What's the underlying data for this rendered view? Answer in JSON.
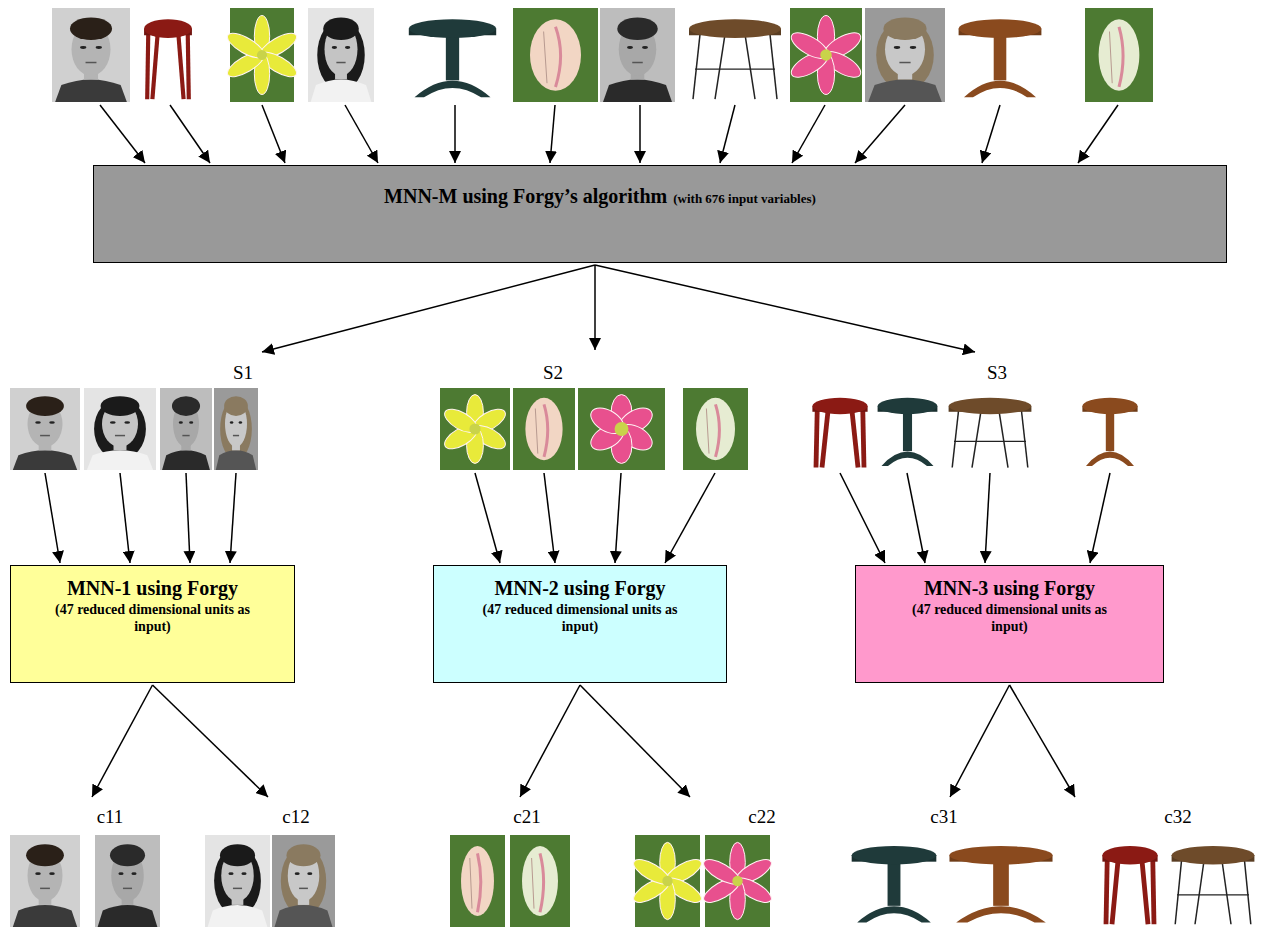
{
  "diagram": {
    "nodes": [
      {
        "text": [
          "MNN-M using Forgy’s algorithm",
          "(with 676 input variables)"
        ]
      },
      {
        "text": [
          "MNN-1 using Forgy",
          "(47 reduced dimensional units as input)"
        ]
      },
      {
        "text": [
          "MNN-2 using Forgy",
          "(47 reduced dimensional units as input)"
        ]
      },
      {
        "text": [
          "MNN-3 using Forgy",
          "(47 reduced dimensional units as input)"
        ]
      }
    ],
    "labels": [
      "S1",
      "S2",
      "S3",
      "c11",
      "c12",
      "c21",
      "c22",
      "c31",
      "c32"
    ]
  }
}
